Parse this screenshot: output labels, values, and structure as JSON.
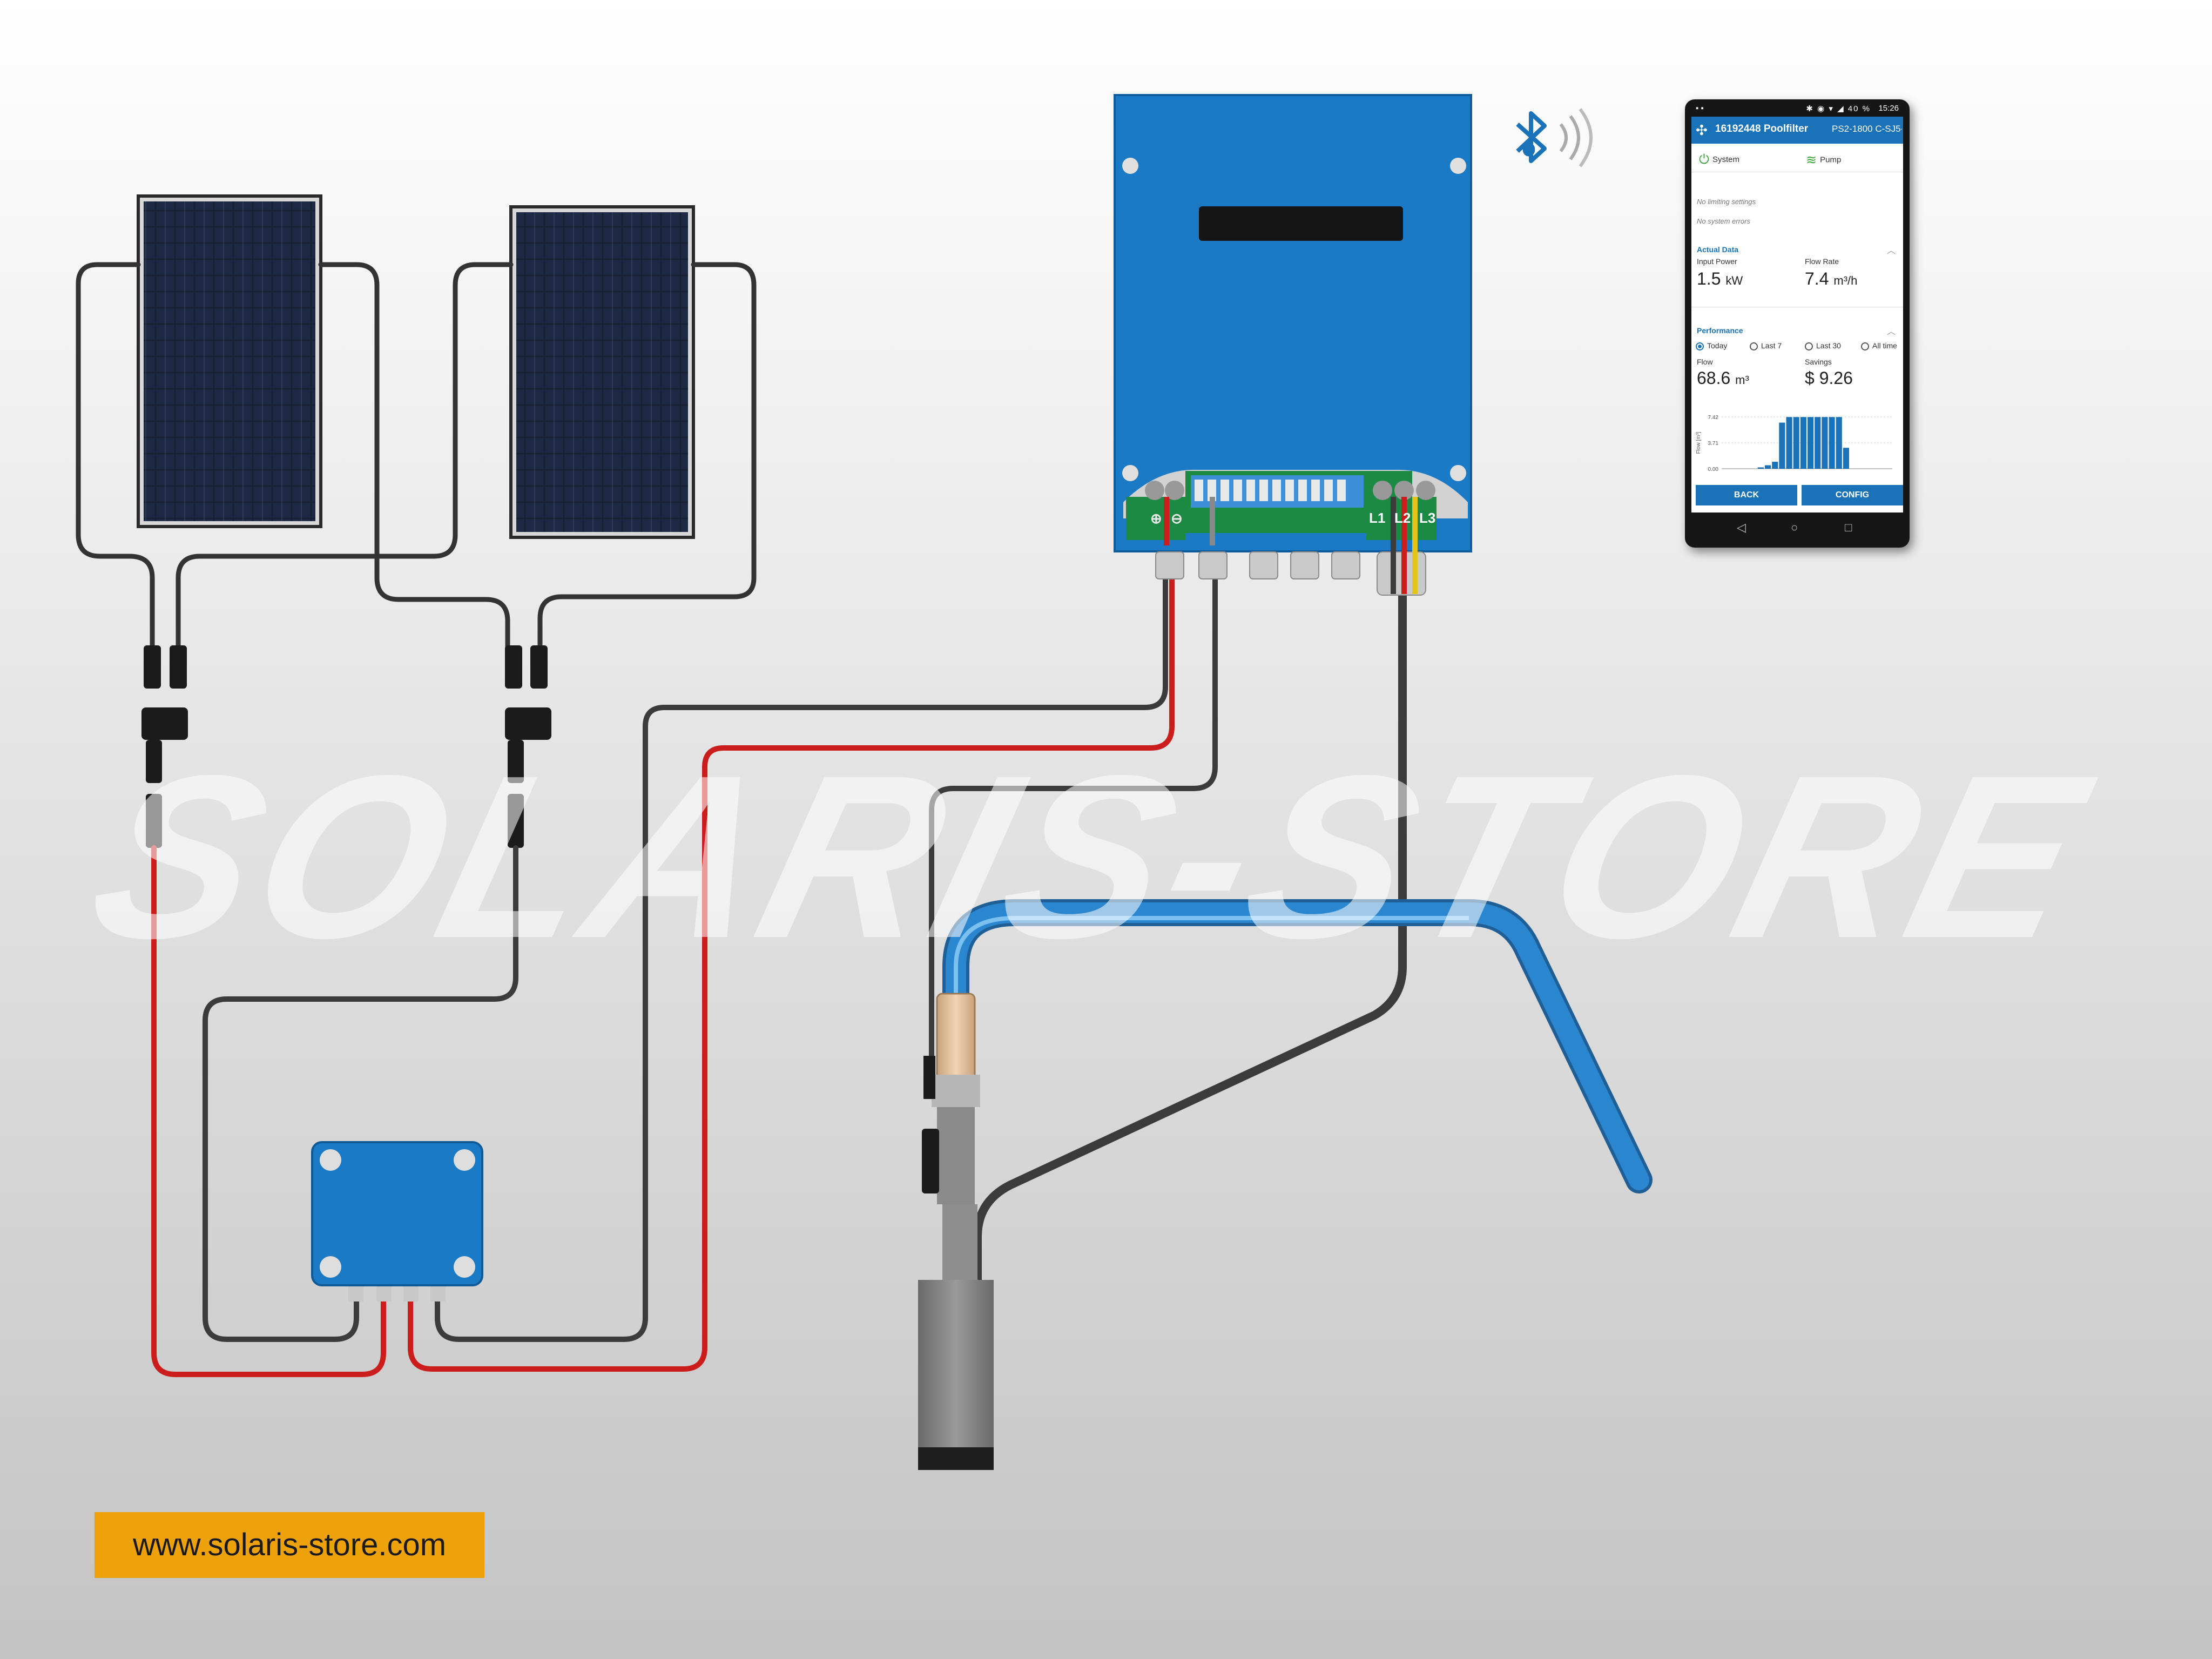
{
  "watermark": "SOLARIS-STORE",
  "website": "www.solaris-store.com",
  "controller": {
    "terminal_plus": "⊕",
    "terminal_minus": "⊖",
    "terminals": [
      "L1",
      "L2",
      "L3"
    ]
  },
  "phone": {
    "status_time": "15:26",
    "status_battery": "40 %",
    "title": "16192448 Poolfilter",
    "model": "PS2-1800 C-SJ5-...",
    "tabs": [
      "System",
      "Pump"
    ],
    "messages": [
      "No limiting settings",
      "No system errors"
    ],
    "actual_data": {
      "heading": "Actual Data",
      "input_power_label": "Input Power",
      "input_power_value": "1.5",
      "input_power_unit": "kW",
      "flow_rate_label": "Flow Rate",
      "flow_rate_value": "7.4",
      "flow_rate_unit": "m³/h"
    },
    "performance": {
      "heading": "Performance",
      "ranges": [
        "Today",
        "Last 7",
        "Last 30",
        "All time"
      ],
      "selected": "Today",
      "flow_label": "Flow",
      "flow_value": "68.6",
      "flow_unit": "m³",
      "savings_label": "Savings",
      "savings_value": "$ 9.26"
    },
    "buttons": {
      "back": "BACK",
      "config": "CONFIG"
    }
  },
  "chart_data": {
    "type": "bar",
    "ylabel": "Flow [m³]",
    "yticks": [
      "7.42",
      "3.71",
      "0.00"
    ],
    "ylim": [
      0,
      7.42
    ],
    "values": [
      0,
      0,
      0,
      0,
      0,
      0.2,
      0.5,
      1.0,
      6.6,
      7.4,
      7.4,
      7.4,
      7.4,
      7.4,
      7.4,
      7.4,
      7.4,
      3.0,
      0,
      0,
      0,
      0,
      0,
      0
    ]
  },
  "colors": {
    "controller_blue": "#1a7ac6",
    "wire_red": "#cc1d1d",
    "wire_dark": "#3b3b3b",
    "pipe_blue": "#2a86cf",
    "badge_orange": "#eda20b"
  }
}
